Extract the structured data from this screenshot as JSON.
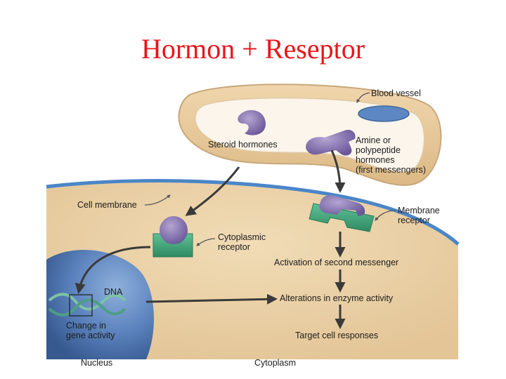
{
  "title": "Hormon + Reseptor",
  "labels": {
    "blood_vessel": "Blood vessel",
    "steroid_hormones": "Steroid hormones",
    "amine_hormones": [
      "Amine or",
      "polypeptide",
      "hormones",
      "(first messengers)"
    ],
    "cell_membrane": "Cell membrane",
    "membrane_receptor": [
      "Membrane",
      "receptor"
    ],
    "cytoplasmic_receptor": [
      "Cytoplasmic",
      "receptor"
    ],
    "second_messenger": "Activation of second messenger",
    "dna": "DNA",
    "enzyme_activity": "Alterations in enzyme activity",
    "gene_activity": [
      "Change in",
      "gene activity"
    ],
    "target_responses": "Target cell responses",
    "nucleus": "Nucleus",
    "cytoplasm": "Cytoplasm"
  },
  "colors": {
    "title": "#e8151b",
    "cytoplasm": "#e9d2a8",
    "membrane": "#4a86c8",
    "vessel": "#e6c79c",
    "nucleus": "#4f78b4",
    "hormone": "#7a68a6",
    "receptor": "#3a9c74",
    "arrow": "#3a3a3a"
  }
}
